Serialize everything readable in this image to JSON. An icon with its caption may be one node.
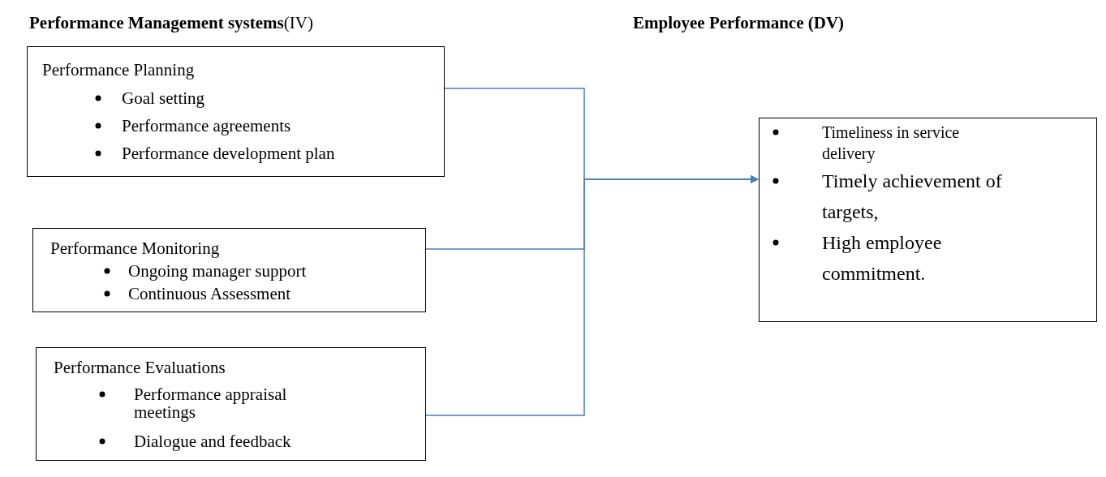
{
  "diagram": {
    "nodes": [
      {
        "text": [
          "Performance Planning",
          "Goal setting",
          "Performance agreements",
          "Performance development plan"
        ]
      },
      {
        "text": [
          "Performance Monitoring",
          "Ongoing manager support",
          "Continuous Assessment"
        ]
      },
      {
        "text": [
          "Performance Evaluations",
          "Performance appraisal meetings",
          "Dialogue and feedback"
        ]
      },
      {
        "text": [
          "Timeliness in service delivery",
          "Timely achievement of targets,",
          "High employee commitment."
        ]
      }
    ],
    "edges": [
      {
        "from": 0,
        "to": 3,
        "arrow": "to"
      },
      {
        "from": 1,
        "to": 3,
        "arrow": "to"
      },
      {
        "from": 2,
        "to": 3,
        "arrow": "to"
      }
    ],
    "labels": [
      "**Performance Management systems**(IV)",
      "Employee Performance (DV)"
    ]
  }
}
